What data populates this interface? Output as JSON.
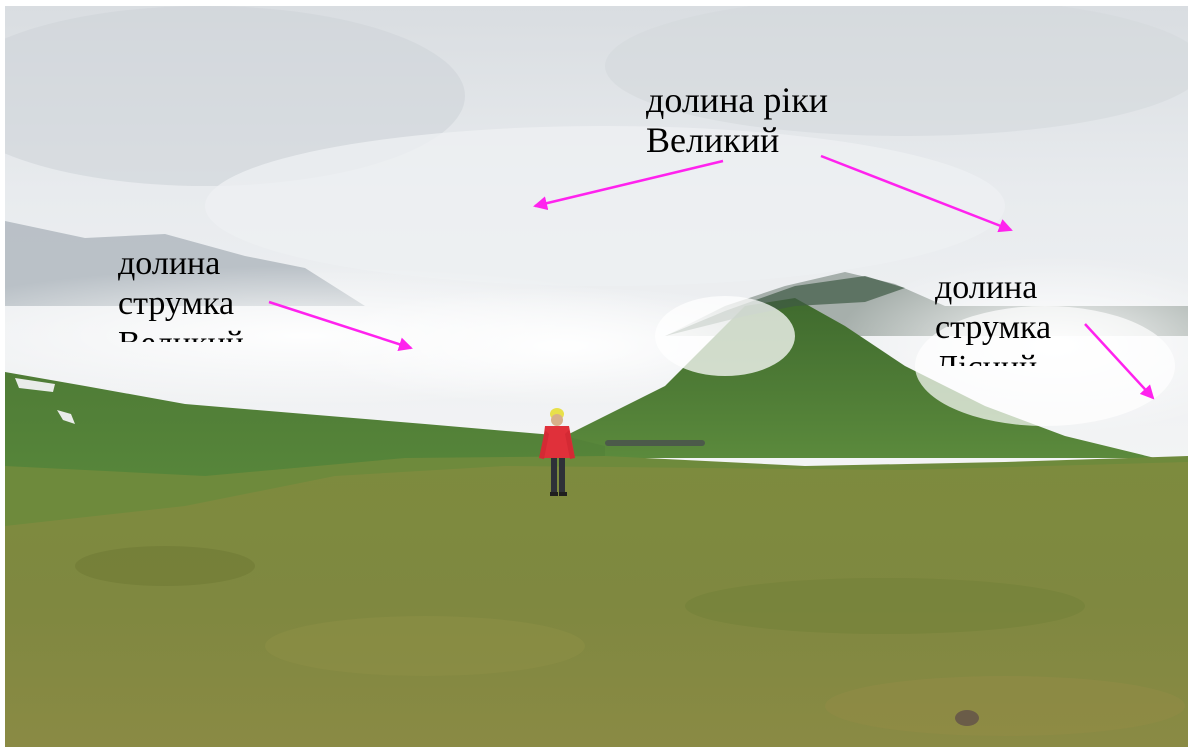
{
  "annotations": {
    "top_label": [
      "долина ріки",
      "Великий"
    ],
    "left_label": [
      "долина",
      "струмка",
      "Великий"
    ],
    "right_label": [
      "долина",
      "струмка",
      "Лісний"
    ]
  },
  "colors": {
    "arrow": "#ff22ee",
    "sky": "#e9ecef",
    "meadow": "#7f8a3c",
    "hill": "#4e7a35",
    "jacket": "#e0303a"
  },
  "icons": [
    "arrow-icon",
    "hiker-figure"
  ]
}
